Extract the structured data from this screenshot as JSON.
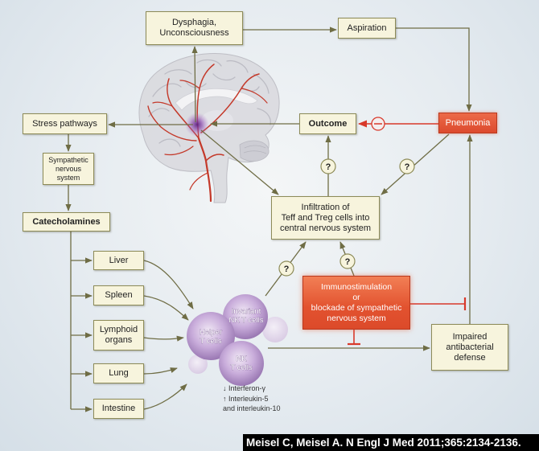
{
  "colors": {
    "background": "#e5ebf0",
    "box_fill": "#f7f4dd",
    "box_border": "#8d8b58",
    "arrow": "#6f6d45",
    "inhibit": "#d8392b",
    "pneumonia_fill": "#e3553a",
    "immuno_fill": "#e86a42",
    "cell_fill": "#c6a9d6",
    "citation_bg": "#000000"
  },
  "nodes": {
    "dysphagia": {
      "lines": [
        "Dysphagia,",
        "Unconsciousness"
      ]
    },
    "aspiration": {
      "label": "Aspiration"
    },
    "pneumonia": {
      "label": "Pneumonia"
    },
    "outcome": {
      "label": "Outcome"
    },
    "stress": {
      "label": "Stress pathways"
    },
    "sympathetic": {
      "lines": [
        "Sympathetic",
        "nervous",
        "system"
      ]
    },
    "catecholamines": {
      "label": "Catecholamines"
    },
    "infiltration": {
      "lines": [
        "Infiltration of",
        "Teff and Treg cells into",
        "central nervous system"
      ]
    },
    "immuno": {
      "lines": [
        "Immunostimulation",
        "or",
        "blockade of sympathetic",
        "nervous system"
      ]
    },
    "impaired": {
      "lines": [
        "Impaired",
        "antibacterial",
        "defense"
      ]
    }
  },
  "organs": [
    {
      "lines": [
        "Liver"
      ]
    },
    {
      "lines": [
        "Spleen"
      ]
    },
    {
      "lines": [
        "Lymphoid",
        "organs"
      ]
    },
    {
      "lines": [
        "Lung"
      ]
    },
    {
      "lines": [
        "Intestine"
      ]
    }
  ],
  "cells": [
    {
      "lines": [
        "Helper",
        "T cells"
      ]
    },
    {
      "lines": [
        "Invariant",
        "NK T cells"
      ]
    },
    {
      "lines": [
        "NK",
        "T cells"
      ]
    }
  ],
  "cytokines": [
    "↓ Interferon-γ",
    "↑ Interleukin-5",
    "and interleukin-10"
  ],
  "icons": {
    "brain": "brain-illustration",
    "question": "question-circle",
    "minus": "minus-circle"
  },
  "question_mark": "?",
  "citation": "Meisel C, Meisel A. N Engl J Med 2011;365:2134-2136."
}
